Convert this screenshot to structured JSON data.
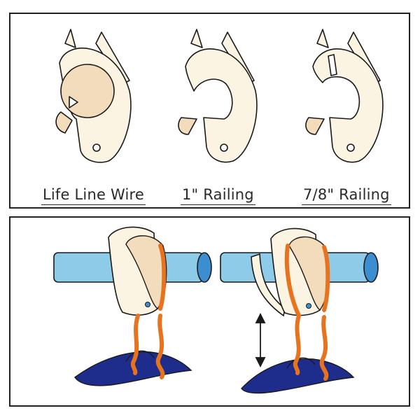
{
  "captions": {
    "life_line_wire": "Life Line Wire",
    "railing_1in": "1\" Railing",
    "railing_7_8in": "7/8\" Railing"
  },
  "colors": {
    "clip_body": "#fbf4e3",
    "clip_shade": "#f2dcbc",
    "rail": "#8ecbe8",
    "rail_end": "#3b8fd0",
    "rope": "#e8731e",
    "fabric": "#1e2c8c",
    "outline": "#1a1a1a"
  }
}
